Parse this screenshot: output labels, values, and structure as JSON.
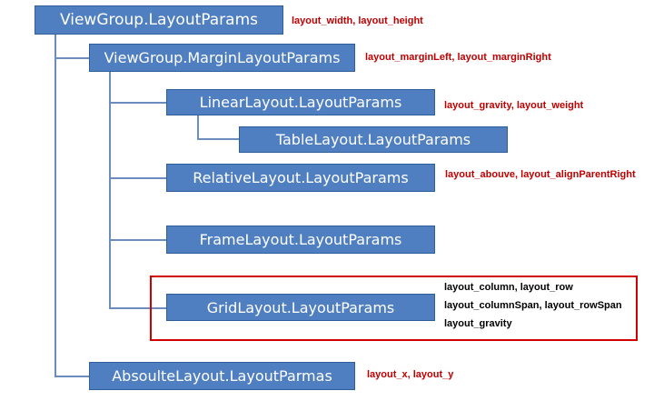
{
  "nodes": {
    "viewgroup": {
      "label": "ViewGroup.LayoutParams",
      "attrs": "layout_width, layout_height"
    },
    "margin": {
      "label": "ViewGroup.MarginLayoutParams",
      "attrs": "layout_marginLeft, layout_marginRight"
    },
    "linear": {
      "label": "LinearLayout.LayoutParams",
      "attrs": "layout_gravity, layout_weight"
    },
    "table": {
      "label": "TableLayout.LayoutParams"
    },
    "relative": {
      "label": "RelativeLayout.LayoutParams",
      "attrs": "layout_abouve, layout_alignParentRight"
    },
    "frame": {
      "label": "FrameLayout.LayoutParams"
    },
    "grid": {
      "label": "GridLayout.LayoutParams",
      "attrs": [
        "layout_column, layout_row",
        "layout_columnSpan, layout_rowSpan",
        "layout_gravity"
      ]
    },
    "absolute": {
      "label": "AbsoulteLayout.LayoutParmas",
      "attrs": "layout_x, layout_y"
    }
  },
  "colors": {
    "box_fill": "#4f7fc0",
    "box_text": "#ffffff",
    "attr_text": "#c00000",
    "highlight_border": "#d00000"
  }
}
